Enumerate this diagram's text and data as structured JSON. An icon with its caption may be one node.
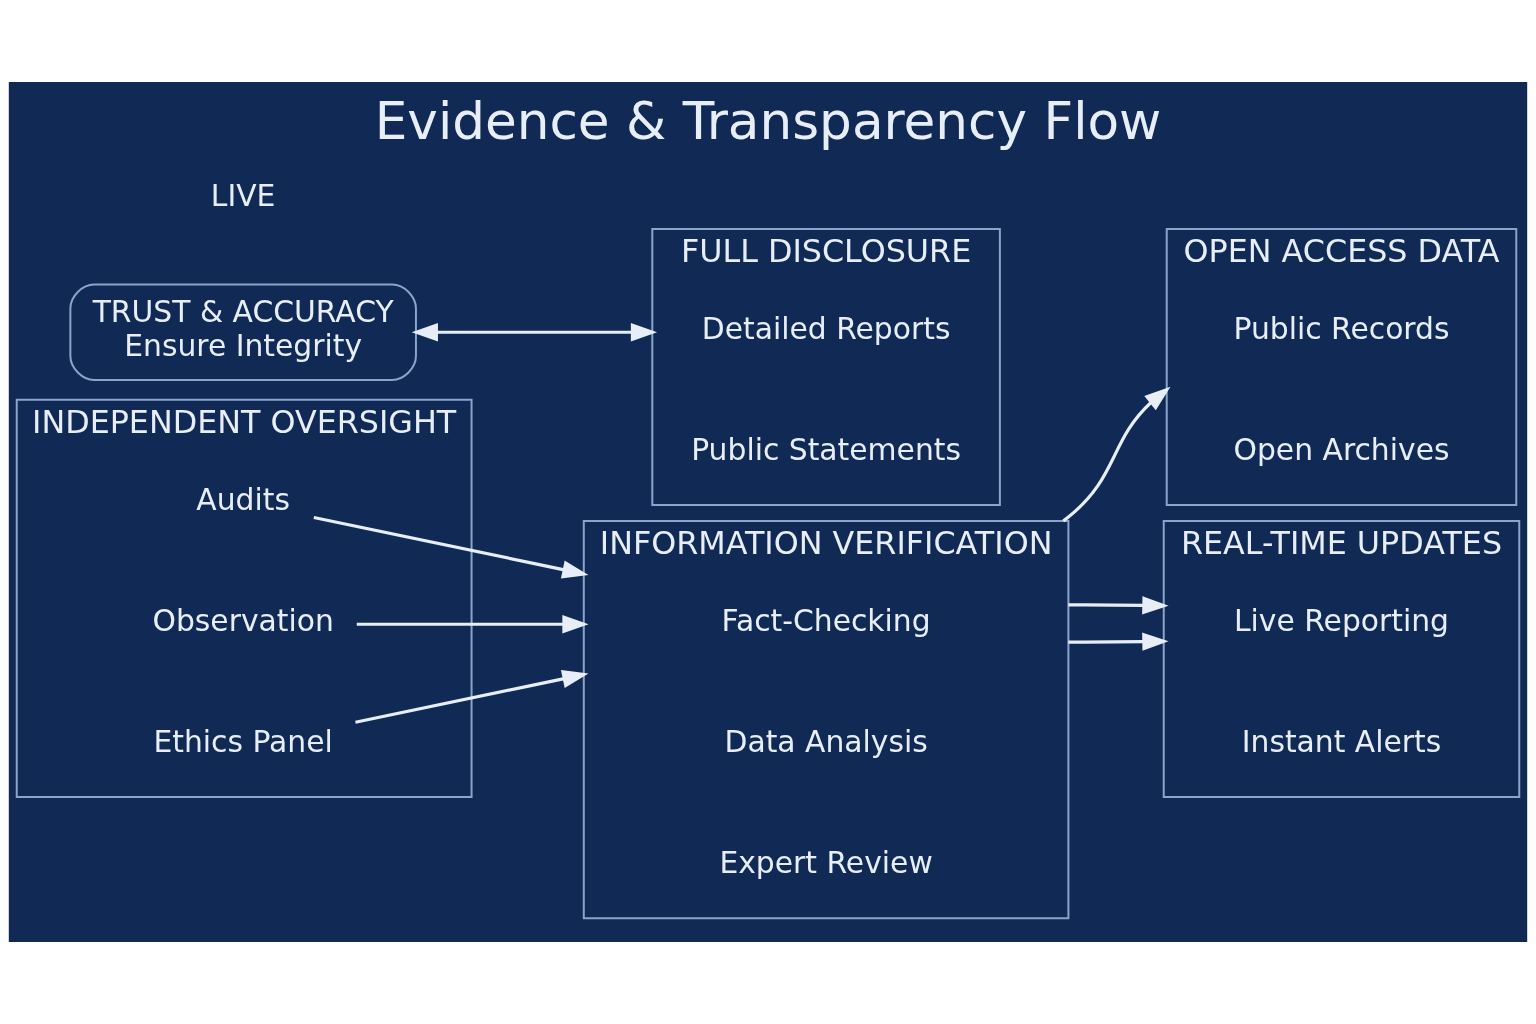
{
  "diagram": {
    "title": "Evidence & Transparency Flow",
    "nodes": [
      {
        "text": [
          "INDEPENDENT OVERSIGHT"
        ]
      },
      {
        "text": [
          "Audits"
        ],
        "in": 0
      },
      {
        "text": [
          "Observation"
        ],
        "in": 0
      },
      {
        "text": [
          "Ethics Panel"
        ],
        "in": 0
      },
      {
        "text": [
          "INFORMATION VERIFICATION"
        ]
      },
      {
        "text": [
          "Fact-Checking"
        ],
        "in": 4
      },
      {
        "text": [
          "Data Analysis"
        ],
        "in": 4
      },
      {
        "text": [
          "Expert Review"
        ],
        "in": 4
      },
      {
        "text": [
          "OPEN ACCESS DATA"
        ]
      },
      {
        "text": [
          "Public Records"
        ],
        "in": 8
      },
      {
        "text": [
          "Open Archives"
        ],
        "in": 8
      },
      {
        "text": [
          "REAL-TIME UPDATES"
        ]
      },
      {
        "text": [
          "Live Reporting"
        ],
        "in": 11
      },
      {
        "text": [
          "Instant Alerts"
        ],
        "in": 11
      },
      {
        "text": [
          "FULL DISCLOSURE"
        ]
      },
      {
        "text": [
          "Detailed Reports"
        ],
        "in": 14
      },
      {
        "text": [
          "Public Statements"
        ],
        "in": 14
      },
      {
        "text": [
          "TRUST & ACCURACY",
          "Ensure Integrity"
        ]
      }
    ],
    "edges": [
      {
        "from": 1,
        "to": 4,
        "arrow": "to"
      },
      {
        "from": 2,
        "to": 4,
        "arrow": "to"
      },
      {
        "from": 3,
        "to": 4,
        "arrow": "to"
      },
      {
        "from": 4,
        "to": 8,
        "arrow": "to"
      },
      {
        "from": 4,
        "to": 11,
        "arrow": "to"
      },
      {
        "from": 4,
        "to": 11,
        "arrow": "to"
      },
      {
        "from": 17,
        "to": 14,
        "arrow": "both"
      }
    ],
    "labels": [
      "LIVE"
    ]
  }
}
